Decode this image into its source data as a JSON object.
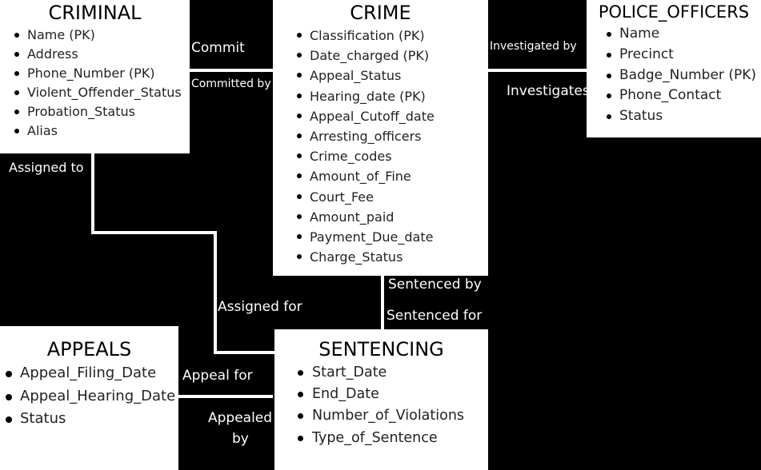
{
  "entities": {
    "criminal": {
      "title": "CRIMINAL",
      "attributes": [
        "Name   (PK)",
        "Address",
        "Phone_Number (PK)",
        "Violent_Offender_Status",
        "Probation_Status",
        "Alias"
      ]
    },
    "crime": {
      "title": "CRIME",
      "attributes": [
        "Classification (PK)",
        "Date_charged (PK)",
        "Appeal_Status",
        "Hearing_date (PK)",
        "Appeal_Cutoff_date",
        "Arresting_officers",
        "Crime_codes",
        "Amount_of_Fine",
        "Court_Fee",
        "Amount_paid",
        "Payment_Due_date",
        "Charge_Status"
      ]
    },
    "police": {
      "title": "POLICE_OFFICERS",
      "attributes": [
        "Name",
        "Precinct",
        "Badge_Number (PK)",
        "Phone_Contact",
        "Status"
      ]
    },
    "appeals": {
      "title": "APPEALS",
      "attributes": [
        "Appeal_Filing_Date",
        "Appeal_Hearing_Date",
        "Status"
      ]
    },
    "sentencing": {
      "title": "SENTENCING",
      "attributes": [
        "Start_Date",
        "End_Date",
        "Number_of_Violations",
        "Type_of_Sentence"
      ]
    }
  },
  "relationships": {
    "commit": "Commit",
    "committed_by": "Committed by",
    "investigated_by": "Investigated by",
    "investigates": "Investigates",
    "assigned_to": "Assigned to",
    "assigned_for": "Assigned for",
    "sentenced_by": "Sentenced by",
    "sentenced_for": "Sentenced for",
    "appeal_for": "Appeal for",
    "appealed_by_line1": "Appealed",
    "appealed_by_line2": "by"
  }
}
